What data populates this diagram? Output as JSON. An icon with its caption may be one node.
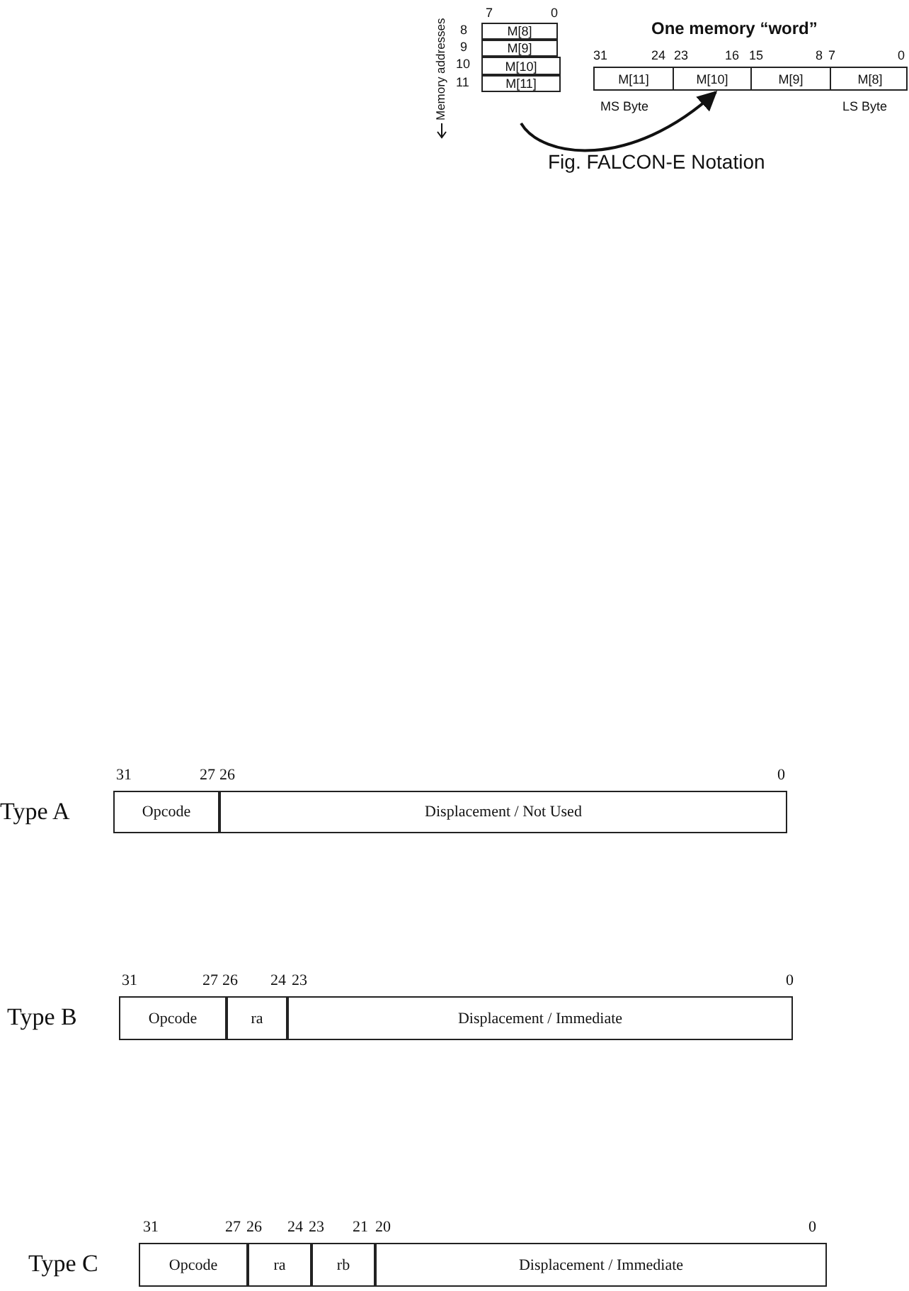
{
  "diagram": {
    "caption": "Fig. FALCON-E Notation",
    "nodes": [
      {
        "text": [
          "M[8]"
        ]
      },
      {
        "text": [
          "M[9]"
        ]
      },
      {
        "text": [
          "M[10]"
        ]
      },
      {
        "text": [
          "M[11]"
        ]
      },
      {
        "text": [
          "One memory “word”"
        ]
      },
      {
        "text": [
          "M[11]"
        ],
        "in": 4
      },
      {
        "text": [
          "M[10]"
        ],
        "in": 4
      },
      {
        "text": [
          "M[9]"
        ],
        "in": 4
      },
      {
        "text": [
          "M[8]"
        ],
        "in": 4
      },
      {
        "text": [
          "Opcode"
        ]
      },
      {
        "text": [
          "Displacement / Not Used"
        ]
      },
      {
        "text": [
          "Opcode"
        ]
      },
      {
        "text": [
          "ra"
        ]
      },
      {
        "text": [
          "Displacement / Immediate"
        ]
      },
      {
        "text": [
          "Opcode"
        ]
      },
      {
        "text": [
          "ra"
        ]
      },
      {
        "text": [
          "rb"
        ]
      },
      {
        "text": [
          "Displacement / Immediate"
        ]
      }
    ],
    "edges": [
      {
        "from": 3,
        "to": 4,
        "arrow": "to"
      }
    ],
    "labels": [
      "Memory addresses",
      "7",
      "0",
      "8",
      "9",
      "10",
      "11",
      "31",
      "24",
      "23",
      "16",
      "15",
      "8",
      "7",
      "0",
      "MS Byte",
      "LS Byte",
      "31",
      "27",
      "26",
      "0",
      "Type A",
      "31",
      "27",
      "26",
      "24",
      "23",
      "0",
      "Type B",
      "31",
      "27",
      "26",
      "24",
      "23",
      "21",
      "20",
      "0",
      "Type C"
    ]
  }
}
